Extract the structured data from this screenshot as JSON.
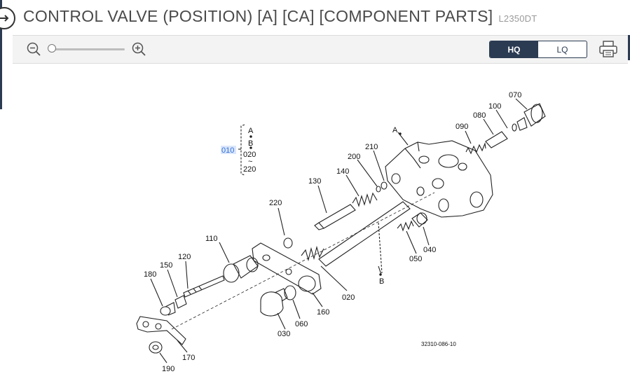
{
  "header": {
    "title": "CONTROL VALVE (POSITION) [A] [CA] [COMPONENT PARTS]",
    "model": "L2350DT"
  },
  "toolbar": {
    "zoom_out_icon": "zoom-out-icon",
    "zoom_in_icon": "zoom-in-icon",
    "quality_options": [
      "HQ",
      "LQ"
    ],
    "selected_quality": "HQ",
    "print_icon": "printer-icon"
  },
  "diagram": {
    "ref_code": "32310-086-10",
    "bracket": {
      "ref": "010",
      "items": [
        "A",
        "B",
        "020",
        "~",
        "220"
      ]
    },
    "labels": {
      "p070": "070",
      "p080": "080",
      "p090": "090",
      "p100": "100",
      "p200": "200",
      "p210": "210",
      "p140": "140",
      "p130": "130",
      "p220": "220",
      "p110": "110",
      "p120": "120",
      "p150": "150",
      "p180": "180",
      "p190": "190",
      "p170": "170",
      "p160": "160",
      "p030": "030",
      "p060": "060",
      "p020": "020",
      "p040": "040",
      "p050": "050",
      "a": "A",
      "b": "B"
    }
  },
  "colors": {
    "accent": "#2b3b52",
    "highlight": "#2f6fd6"
  }
}
